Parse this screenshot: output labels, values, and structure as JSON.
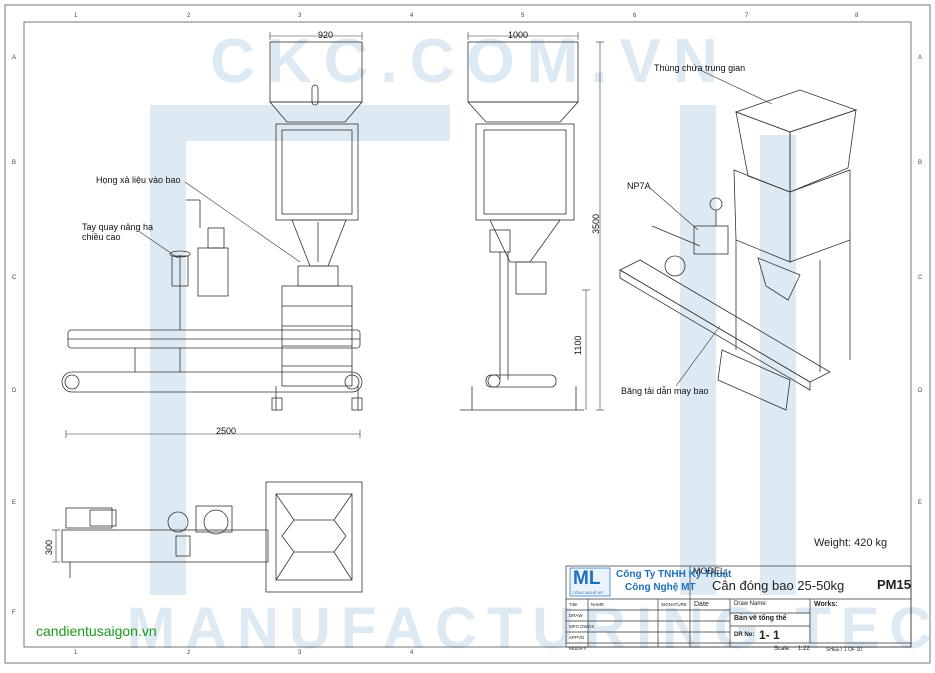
{
  "watermark": {
    "top_text": "CKC.COM.VN",
    "bottom_text": "MANUFACTURING TECH"
  },
  "zones": {
    "columns": [
      "1",
      "2",
      "3",
      "4",
      "5",
      "6",
      "7",
      "8"
    ],
    "rows": [
      "A",
      "B",
      "C",
      "D",
      "E",
      "F"
    ]
  },
  "dimensions": {
    "front_width": "920",
    "side_width": "1000",
    "total_height": "3500",
    "conveyor_height": "1100",
    "conveyor_length": "2500",
    "top_view_width": "300"
  },
  "callouts": {
    "bag_discharge": "Họng xả liệu vào bao",
    "crank": "Tay quay nâng hạ chiều cao",
    "intermediate_bin": "Thùng chứa trung gian",
    "sewing_head": "NP7A",
    "conveyor": "Băng tải dẫn may bao"
  },
  "weight_note": "Weight: 420 kg",
  "title_block": {
    "logo_text": "ML",
    "logo_caption": "CÔNG NGHỆ MT",
    "company_line1": "Công Ty TNHH Kỹ Thuật",
    "company_line2": "Công Nghệ MT",
    "model_label": "MODEL:",
    "model_name": "Cân đóng bao 25-50kg",
    "model_code": "PM15",
    "row_labels": [
      "Title",
      "DRAW",
      "MFG DWGS",
      "APPVD",
      "MODIFY"
    ],
    "name_label": "NAME",
    "signature_label": "SIGNATURE",
    "date_label": "Date",
    "draw_name_label": "Draw Name:",
    "draw_name_value": "Bản vẽ tổng thể",
    "works_label": "Works:",
    "dr_no_label": "DR No:",
    "dr_no_value": "1- 1",
    "scale_label": "Scale:",
    "scale_value": "1:22",
    "sheet_label": "SHEET 1 OF 10"
  },
  "footer_url": "candientusaigon.vn",
  "colors": {
    "line": "#333333",
    "watermark": "#dde9f3",
    "brand_blue": "#1d6fbf",
    "url_green": "#1a9a1a"
  }
}
